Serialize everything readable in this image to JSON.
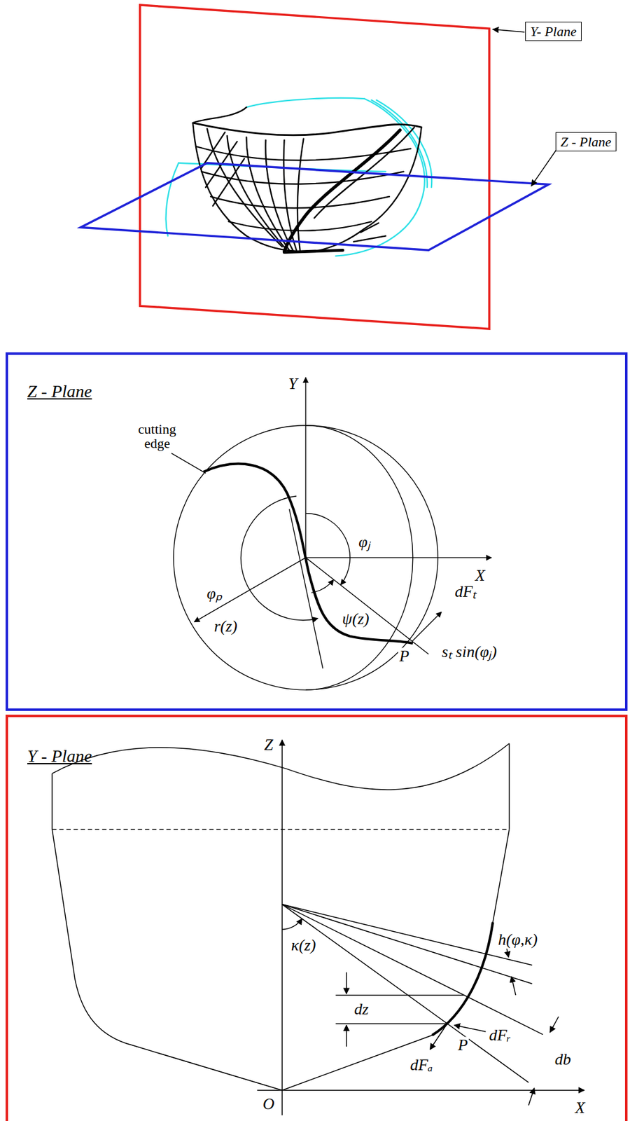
{
  "diagram": {
    "nodes": [
      {
        "text": [
          "Y- Plane"
        ]
      },
      {
        "text": [
          "Z - Plane"
        ]
      },
      {
        "text": [
          "Z - Plane"
        ]
      },
      {
        "text": [
          "Y - Plane"
        ]
      }
    ],
    "labels": [
      "Y",
      "X",
      "cutting edge",
      "φⱼ",
      "φₚ",
      "r(z)",
      "ψ(z)",
      "dFₜ",
      "P",
      "sₜ sin(φⱼ)",
      "Z",
      "h(φ,κ)",
      "κ(z)",
      "dz",
      "P",
      "dFᵣ",
      "db",
      "dFₐ",
      "O",
      "X"
    ]
  }
}
